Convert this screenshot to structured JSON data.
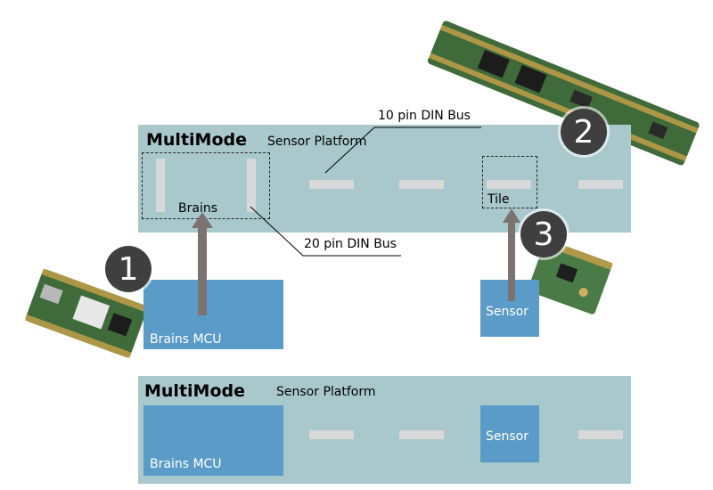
{
  "top_platform": {
    "brand": "MultiMode",
    "subtitle": "Sensor Platform",
    "brains_label": "Brains",
    "tile_label": "Tile"
  },
  "callouts": {
    "bus_10": "10 pin DIN Bus",
    "bus_20": "20 pin DIN Bus"
  },
  "modules": {
    "brains_mcu": "Brains MCU",
    "sensor": "Sensor"
  },
  "badges": [
    "1",
    "2",
    "3"
  ],
  "bottom_platform": {
    "brand": "MultiMode",
    "subtitle": "Sensor Platform",
    "brains_mcu": "Brains MCU",
    "sensor": "Sensor"
  },
  "colors": {
    "platform": "#a8c8cc",
    "module": "#5b9bc8",
    "slot": "#d8d8d8",
    "badge": "#3f3f3f",
    "pcb": "#3f6b3a"
  }
}
